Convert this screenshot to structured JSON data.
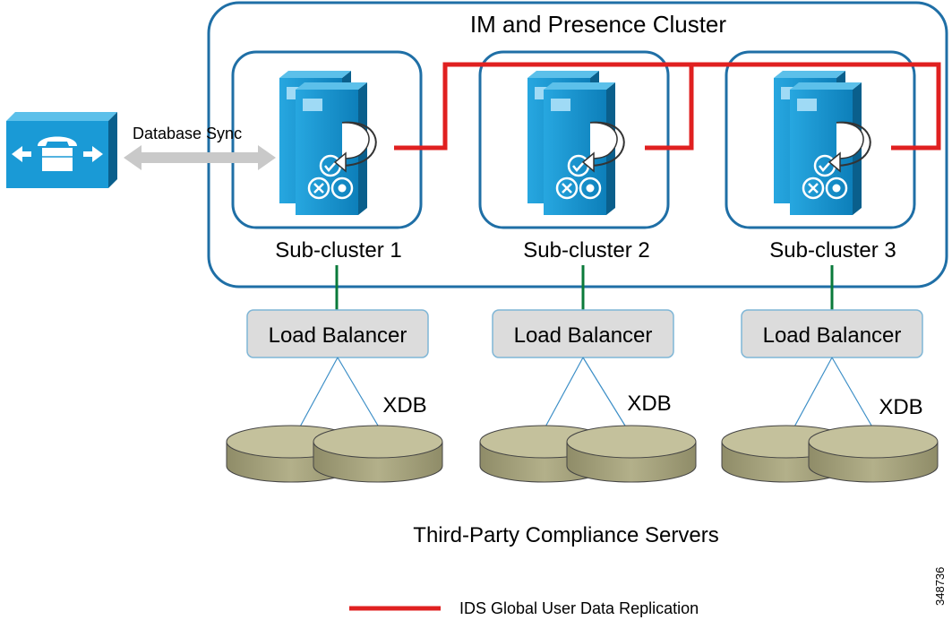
{
  "cluster": {
    "title": "IM and Presence Cluster"
  },
  "call_manager": {
    "sync_label": "Database Sync"
  },
  "subclusters": [
    {
      "label": "Sub-cluster 1",
      "load_balancer": "Load Balancer",
      "xdb": "XDB"
    },
    {
      "label": "Sub-cluster 2",
      "load_balancer": "Load Balancer",
      "xdb": "XDB"
    },
    {
      "label": "Sub-cluster 3",
      "load_balancer": "Load Balancer",
      "xdb": "XDB"
    }
  ],
  "servers_caption": "Third-Party Compliance Servers",
  "legend": {
    "replication": "IDS Global User Data Replication"
  },
  "figure_id": "348736",
  "colors": {
    "cluster_border": "#1f6fa6",
    "server_blue": "#1a9ad6",
    "replication": "#e02020",
    "link_green": "#0a7a3a",
    "balancer_fill": "#dcdcdc",
    "disk_fill": "#b5b28c",
    "sync_arrow": "#c9c9c9"
  }
}
